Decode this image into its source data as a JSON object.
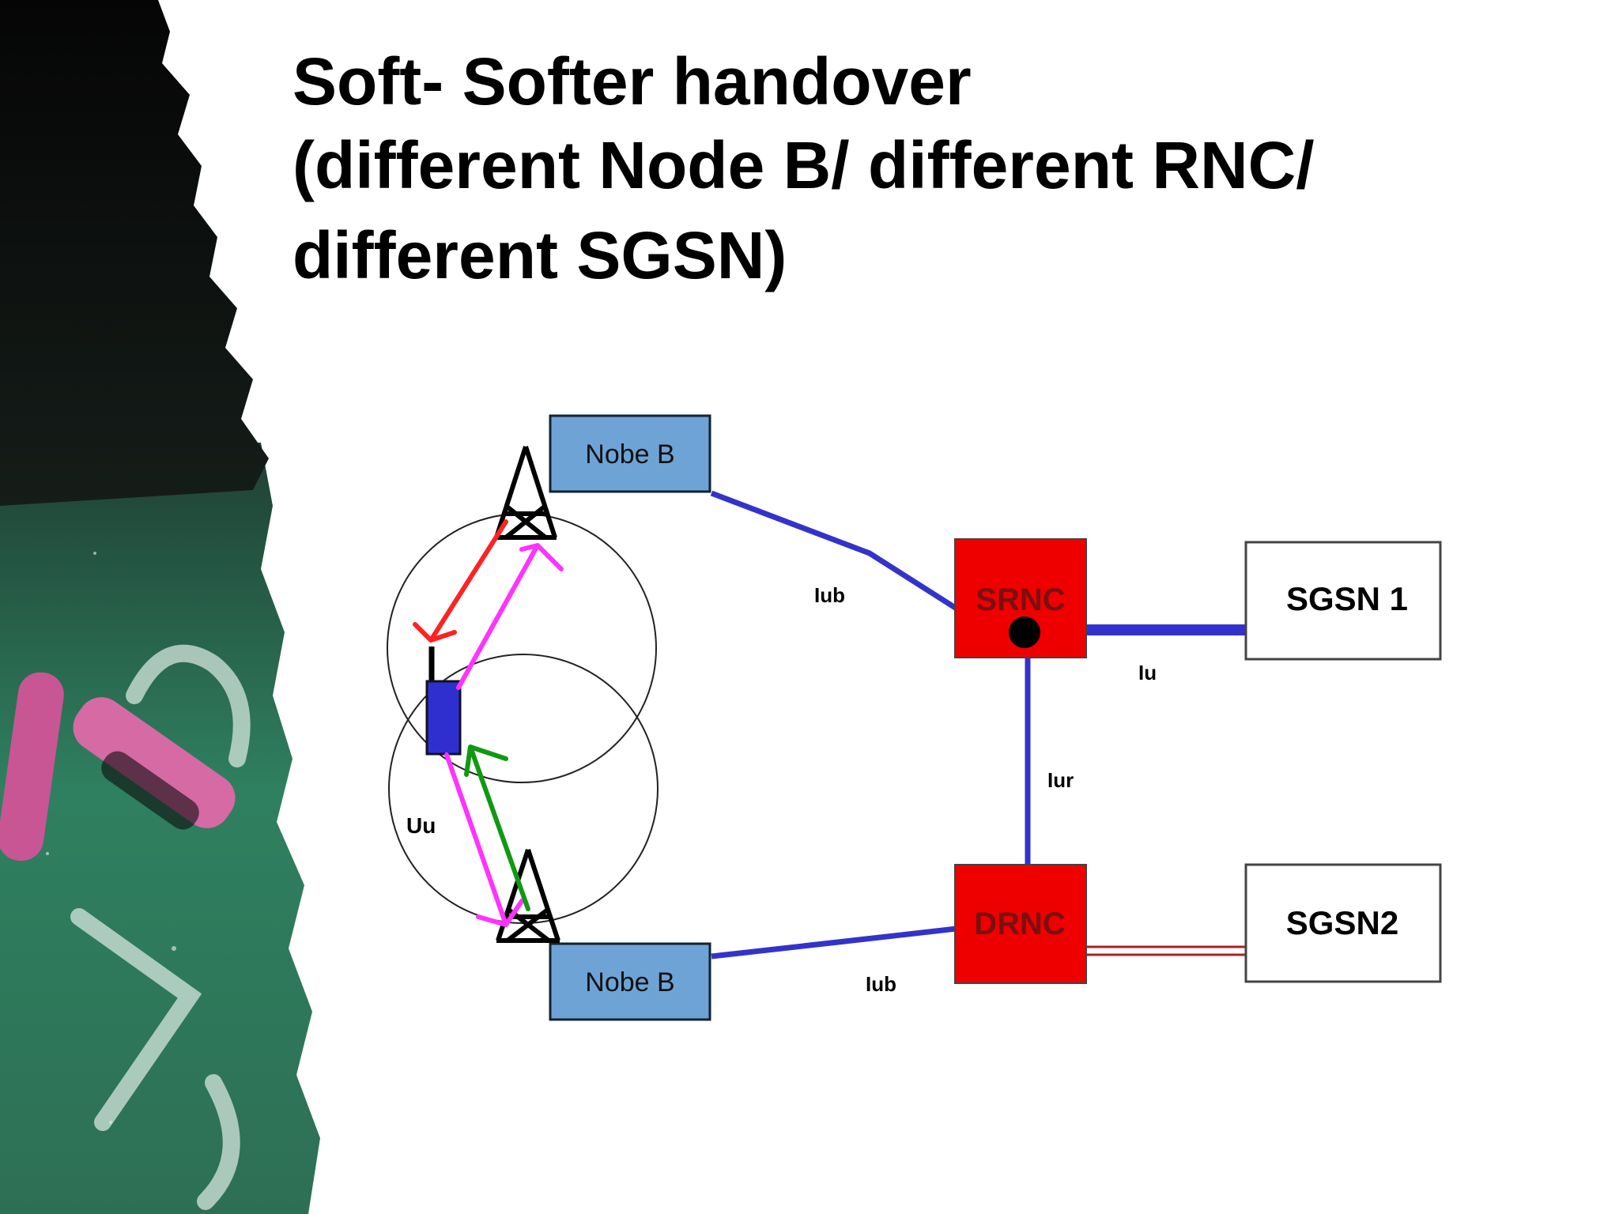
{
  "title": {
    "line1": "Soft- Softer handover",
    "line2": "(different Node B/ different RNC/",
    "line3": "different SGSN)"
  },
  "diagram": {
    "node_b_top": "Nobe B",
    "node_b_bottom": "Nobe B",
    "srnc": "SRNC",
    "drnc": "DRNC",
    "sgsn1": "SGSN 1",
    "sgsn2": "SGSN2",
    "iub_top": "Iub",
    "iub_bottom": "Iub",
    "iu": "Iu",
    "iur": "Iur",
    "uu": "Uu"
  },
  "colors": {
    "node_b_fill": "#6ea3d6",
    "rnc_fill": "#ee0000",
    "link_blue": "#3333cc",
    "ue_fill": "#2f2fd0",
    "arrow_red": "#ff2222",
    "arrow_magenta": "#ff33ff",
    "arrow_green": "#119911",
    "sgsn2_link": "#aa2222",
    "chalkboard_dark": "#0a0a0a",
    "chalkboard_green": "#2e7d5b",
    "chalk_pink": "#d2669e"
  }
}
